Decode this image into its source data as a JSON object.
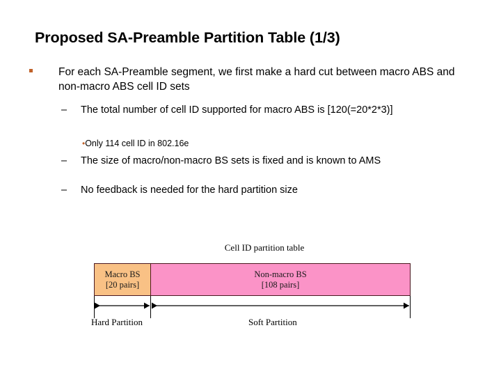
{
  "slide": {
    "title": "Proposed SA-Preamble Partition Table (1/3)",
    "bullets": {
      "level1": {
        "marker": "square-bullet",
        "text": "For each SA-Preamble segment, we first make a hard cut between macro ABS and non-macro ABS cell ID sets"
      },
      "level2": [
        {
          "marker": "–",
          "text": "The total number of cell ID supported for macro ABS is [120(=20*2*3)]"
        },
        {
          "marker": "–",
          "text": "The size of macro/non-macro BS sets is fixed and is known to AMS"
        },
        {
          "marker": "–",
          "text": "No feedback is needed for the hard partition size"
        }
      ],
      "level3": [
        {
          "marker": "•",
          "text": "Only 114 cell ID in 802.16e"
        }
      ]
    }
  },
  "diagram": {
    "caption": "Cell ID partition table",
    "cells": [
      {
        "name": "macro-bs",
        "line1": "Macro BS",
        "line2": "[20 pairs]",
        "fill": "#F9C185"
      },
      {
        "name": "non-macro-bs",
        "line1": "Non-macro BS",
        "line2": "[108 pairs]",
        "fill": "#FB93C7"
      }
    ],
    "arrows": [
      {
        "name": "hard-partition",
        "label": "Hard Partition"
      },
      {
        "name": "soft-partition",
        "label": "Soft Partition"
      }
    ],
    "colors": {
      "border": "#4A1820",
      "bullet_accent": "#C0622A",
      "macro_fill": "#F9C185",
      "nonmacro_fill": "#FB93C7"
    }
  }
}
